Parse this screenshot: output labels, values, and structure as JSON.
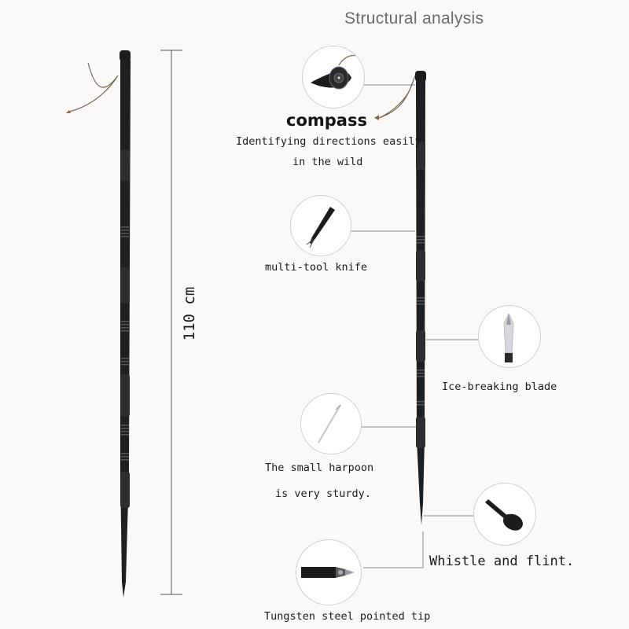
{
  "title": "Structural analysis",
  "length_label": "110 cm",
  "features": [
    {
      "key": "compass",
      "heading": "compass",
      "lines": [
        "Identifying directions easily",
        "in the wild"
      ]
    },
    {
      "key": "knife",
      "lines": [
        "multi-tool knife"
      ]
    },
    {
      "key": "ice",
      "lines": [
        "Ice-breaking blade"
      ]
    },
    {
      "key": "harpoon",
      "lines": [
        "The small harpoon",
        "is very sturdy."
      ]
    },
    {
      "key": "whistle",
      "lines": [
        "Whistle and flint."
      ]
    },
    {
      "key": "tip",
      "lines": [
        "Tungsten steel pointed tip"
      ]
    }
  ]
}
